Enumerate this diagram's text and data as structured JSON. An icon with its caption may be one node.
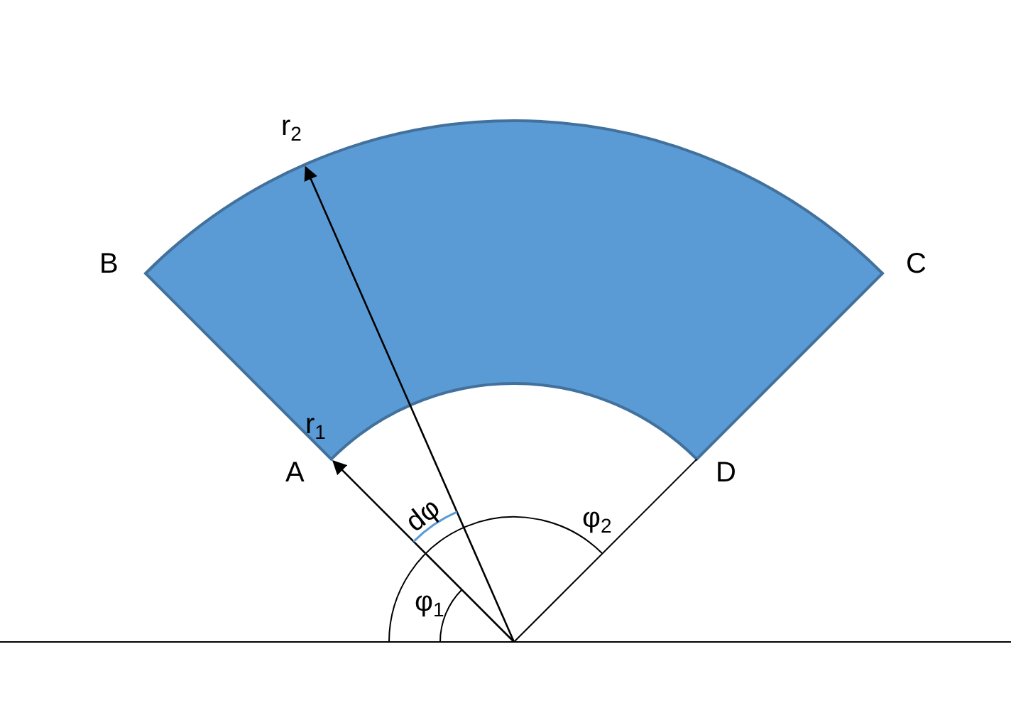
{
  "diagram": {
    "labels": [
      "r$_{2}$",
      "B",
      "C",
      "r$_{1}$",
      "A",
      "D",
      "dφ",
      "φ$_{2}$",
      "φ$_{1}$"
    ]
  }
}
